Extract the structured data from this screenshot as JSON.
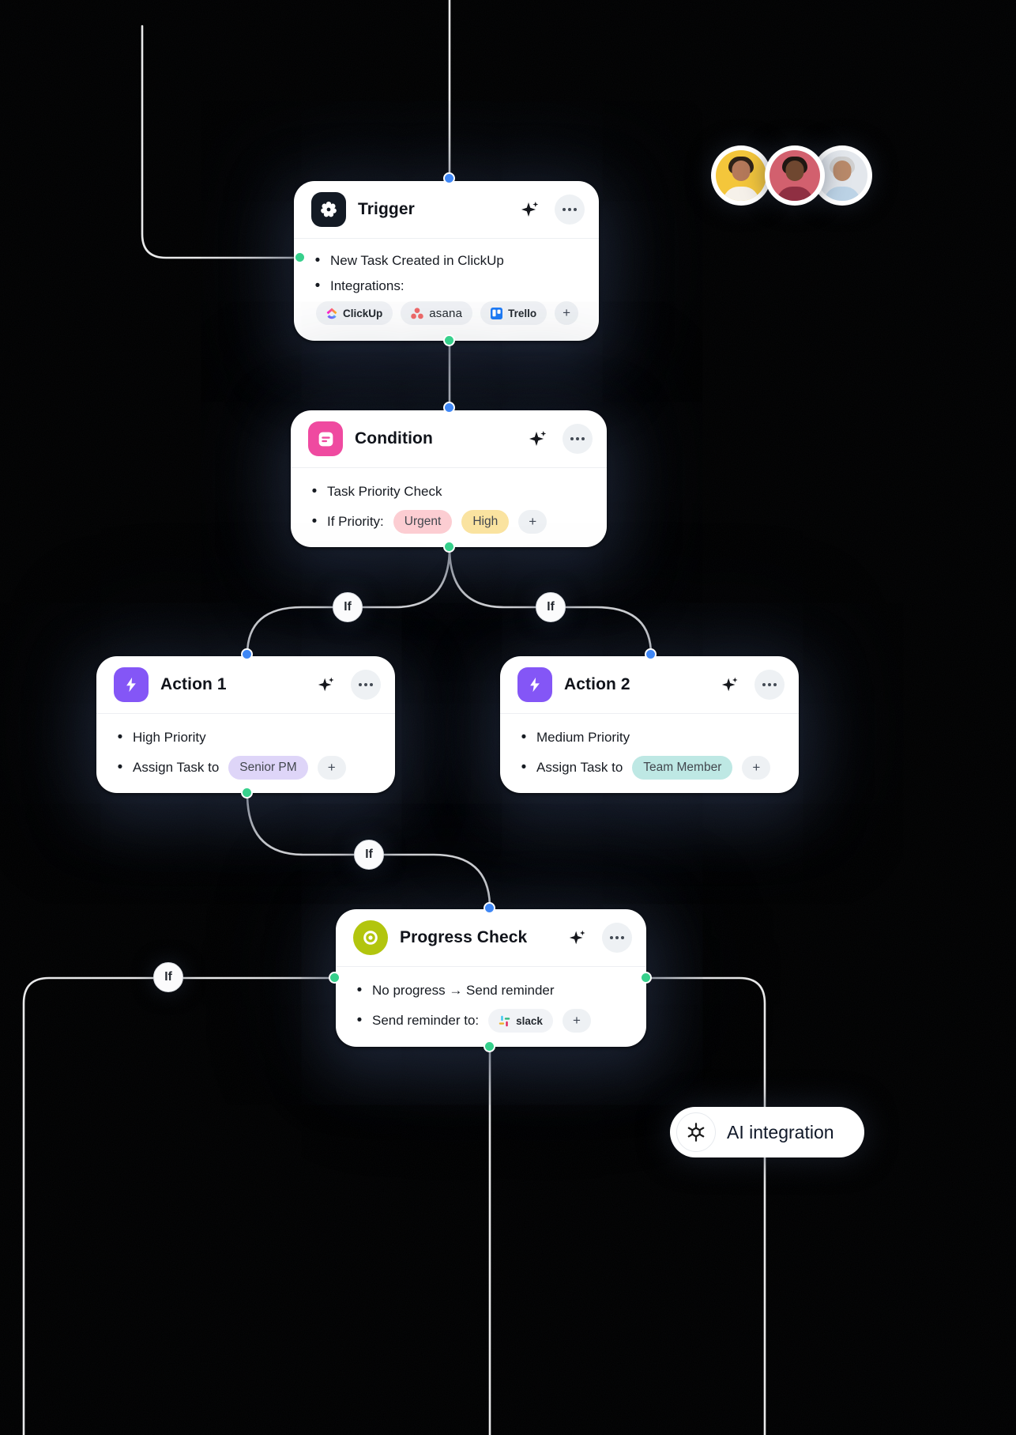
{
  "ui": {
    "plus_label": "+",
    "if_label": "If"
  },
  "colors": {
    "background": "#000000",
    "card_bg": "#ffffff",
    "connector_line": "#ebebeb",
    "dot_in": "#3f87f5",
    "dot_out": "#37d08c",
    "trigger_icon_bg": "#131a24",
    "condition_icon_bg": "#ef4aa0",
    "action_icon_bg": "#8456f6",
    "progress_icon_bg": "#b2c50e",
    "chip_neutral_bg": "#f1f3f6",
    "chip_urgent_bg": "#fccdd2",
    "chip_high_bg": "#fae3a0",
    "chip_senior_pm_bg": "#ded5f8",
    "chip_team_member_bg": "#bee8e4"
  },
  "nodes": {
    "trigger": {
      "title": "Trigger",
      "bullet1": "New Task Created in ClickUp",
      "bullet2": "Integrations:",
      "integrations": [
        {
          "label": "ClickUp"
        },
        {
          "label": "asana"
        },
        {
          "label": "Trello"
        }
      ]
    },
    "condition": {
      "title": "Condition",
      "bullet1": "Task Priority Check",
      "bullet2_label": "If Priority:",
      "chips": [
        {
          "label": "Urgent"
        },
        {
          "label": "High"
        }
      ]
    },
    "action1": {
      "title": "Action 1",
      "bullet1": "High Priority",
      "bullet2_label": "Assign Task to",
      "chip": {
        "label": "Senior PM"
      }
    },
    "action2": {
      "title": "Action 2",
      "bullet1": "Medium Priority",
      "bullet2_label": "Assign Task to",
      "chip": {
        "label": "Team Member"
      }
    },
    "progress": {
      "title": "Progress Check",
      "bullet1": "No progress → Send reminder",
      "bullet2_label": "Send reminder to:",
      "chip": {
        "label": "slack"
      }
    }
  },
  "ai_pill": {
    "label": "AI integration"
  }
}
